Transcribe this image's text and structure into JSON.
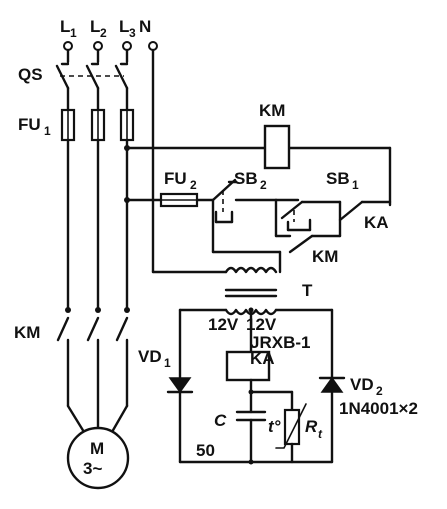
{
  "labels": {
    "L1": "L",
    "L1_sub": "1",
    "L2": "L",
    "L2_sub": "2",
    "L3": "L",
    "L3_sub": "3",
    "N": "N",
    "QS": "QS",
    "FU1": "FU",
    "FU1_sub": "1",
    "KM_coil": "KM",
    "FU2": "FU",
    "FU2_sub": "2",
    "SB2": "SB",
    "SB2_sub": "2",
    "SB1": "SB",
    "SB1_sub": "1",
    "KA_contact": "KA",
    "KM_aux": "KM",
    "T": "T",
    "KM_main": "KM",
    "V12_left": "12V",
    "V12_right": "12V",
    "relay_model": "JRXB-1",
    "KA_coil": "KA",
    "VD1": "VD",
    "VD1_sub": "1",
    "VD2": "VD",
    "VD2_sub": "2",
    "diode_model": "1N4001×2",
    "C": "C",
    "C_value": "50",
    "t_symbol": "t°",
    "Rt": "R",
    "Rt_sub": "t",
    "motor_M": "M",
    "motor_phase": "3~"
  }
}
